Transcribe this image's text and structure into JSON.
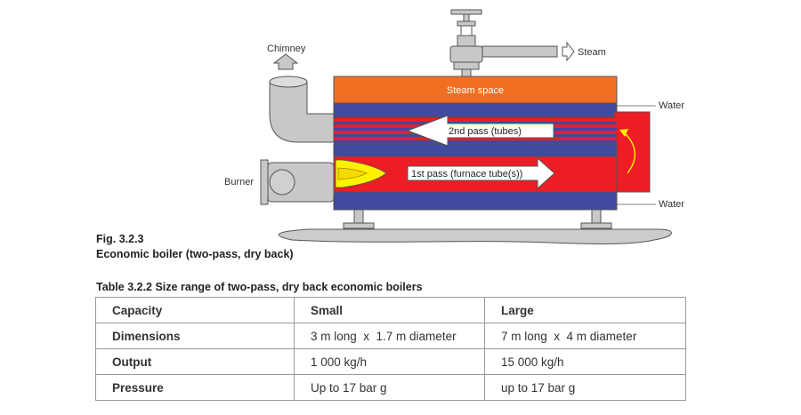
{
  "diagram": {
    "labels": {
      "chimney": "Chimney",
      "steam": "Steam",
      "steam_space": "Steam space",
      "water_top": "Water",
      "water_bottom": "Water",
      "burner": "Burner",
      "second_pass": "2nd pass (tubes)",
      "first_pass": "1st pass (furnace tube(s))"
    },
    "colors": {
      "steam_space": "#f26e22",
      "water": "#3f4aa0",
      "hot_gas": "#ee1c24",
      "flame": "#fff200",
      "metal": "#c8c8c8",
      "arrow": "#ffffff"
    }
  },
  "figure": {
    "number": "Fig. 3.2.3",
    "caption": "Economic boiler (two-pass, dry back)"
  },
  "table": {
    "title": "Table 3.2.2 Size range of two-pass, dry back economic boilers",
    "header": {
      "label": "Capacity",
      "small": "Small",
      "large": "Large"
    },
    "rows": [
      {
        "label": "Dimensions",
        "small": "3 m long  x  1.7 m diameter",
        "large": "7 m long  x  4 m diameter"
      },
      {
        "label": "Output",
        "small": "1 000 kg/h",
        "large": "15 000 kg/h"
      },
      {
        "label": "Pressure",
        "small": "Up to 17 bar g",
        "large": "up to 17 bar g"
      }
    ]
  }
}
